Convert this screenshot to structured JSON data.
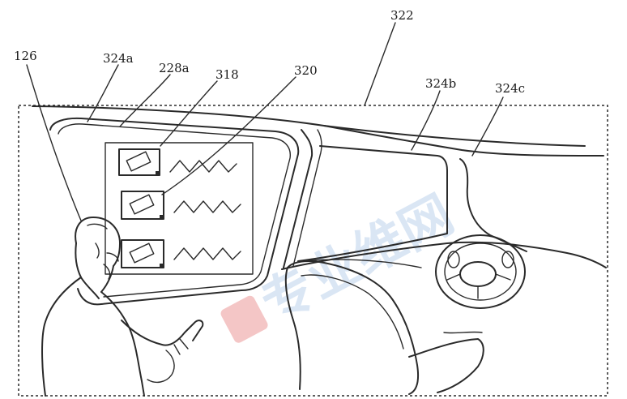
{
  "labels": {
    "ref_126": "126",
    "ref_324a": "324a",
    "ref_228a": "228a",
    "ref_318": "318",
    "ref_320": "320",
    "ref_322": "322",
    "ref_324b": "324b",
    "ref_324c": "324c"
  },
  "watermark": {
    "text": "专业维网",
    "color": "#8fb4e0",
    "accent_color": "#e05050"
  },
  "icons": [
    "card-icon",
    "card-icon",
    "card-icon"
  ],
  "colors": {
    "line": "#2a2a2a",
    "background": "#ffffff"
  }
}
